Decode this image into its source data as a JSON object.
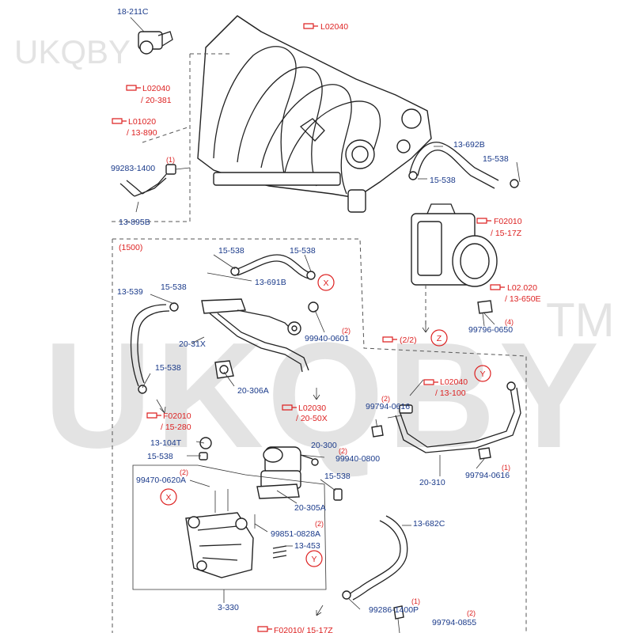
{
  "watermark": {
    "small": "UKQBY",
    "large": "UKQBY",
    "tm": "TM"
  },
  "group_label": "(1500)",
  "parts": [
    {
      "id": "p-18-211c",
      "text": "18-211C"
    },
    {
      "id": "p-99283",
      "text": "99283-1400"
    },
    {
      "id": "p-13-895b",
      "text": "13-895B"
    },
    {
      "id": "p-13-692b",
      "text": "13-692B"
    },
    {
      "id": "p-15-538-a",
      "text": "15-538"
    },
    {
      "id": "p-15-538-b",
      "text": "15-538"
    },
    {
      "id": "p-15-538-c",
      "text": "15-538"
    },
    {
      "id": "p-15-538-d",
      "text": "15-538"
    },
    {
      "id": "p-13-691b",
      "text": "13-691B"
    },
    {
      "id": "p-13-539",
      "text": "13-539"
    },
    {
      "id": "p-15-538-e",
      "text": "15-538"
    },
    {
      "id": "p-20-31x",
      "text": "20-31X"
    },
    {
      "id": "p-99940-0601",
      "text": "99940-0601"
    },
    {
      "id": "p-99796-0650",
      "text": "99796-0650"
    },
    {
      "id": "p-15-538-f",
      "text": "15-538"
    },
    {
      "id": "p-20-306a",
      "text": "20-306A"
    },
    {
      "id": "p-99794-0616-a",
      "text": "99794-0616"
    },
    {
      "id": "p-13-104t",
      "text": "13-104T"
    },
    {
      "id": "p-15-538-g",
      "text": "15-538"
    },
    {
      "id": "p-20-300",
      "text": "20-300"
    },
    {
      "id": "p-99940-0800",
      "text": "99940-0800"
    },
    {
      "id": "p-99470",
      "text": "99470-0620A"
    },
    {
      "id": "p-15-538-h",
      "text": "15-538"
    },
    {
      "id": "p-20-310",
      "text": "20-310"
    },
    {
      "id": "p-99794-0616-b",
      "text": "99794-0616"
    },
    {
      "id": "p-20-305a",
      "text": "20-305A"
    },
    {
      "id": "p-99851",
      "text": "99851-0828A"
    },
    {
      "id": "p-13-682c",
      "text": "13-682C"
    },
    {
      "id": "p-13-453",
      "text": "13-453"
    },
    {
      "id": "p-3-330",
      "text": "3-330"
    },
    {
      "id": "p-99286",
      "text": "99286-1400P"
    },
    {
      "id": "p-99794-0855",
      "text": "99794-0855"
    }
  ],
  "refs": [
    {
      "id": "r-l02040-top",
      "text": "L02040"
    },
    {
      "id": "r-l02040-left",
      "text": "L02040"
    },
    {
      "id": "r-20-381",
      "text": "/ 20-381"
    },
    {
      "id": "r-l01020",
      "text": "L01020"
    },
    {
      "id": "r-13-890",
      "text": "/ 13-890"
    },
    {
      "id": "r-f02010-a",
      "text": "F02010"
    },
    {
      "id": "r-15-17z-a",
      "text": "/ 15-17Z"
    },
    {
      "id": "r-l02020",
      "text": "L02.020"
    },
    {
      "id": "r-13-650e",
      "text": "/ 13-650E"
    },
    {
      "id": "r-22",
      "text": "(2/2)"
    },
    {
      "id": "r-l02040-right",
      "text": "L02040"
    },
    {
      "id": "r-13-100",
      "text": "/ 13-100"
    },
    {
      "id": "r-f02010-b",
      "text": "F02010"
    },
    {
      "id": "r-15-280",
      "text": "/ 15-280"
    },
    {
      "id": "r-l02030",
      "text": "L02030"
    },
    {
      "id": "r-20-50x",
      "text": "/ 20-50X"
    },
    {
      "id": "r-f02010-c",
      "text": "F02010/ 15-17Z"
    }
  ],
  "qtys": [
    {
      "id": "q-1a",
      "text": "(1)"
    },
    {
      "id": "q-4",
      "text": "(4)"
    },
    {
      "id": "q-2a",
      "text": "(2)"
    },
    {
      "id": "q-2b",
      "text": "(2)"
    },
    {
      "id": "q-2c",
      "text": "(2)"
    },
    {
      "id": "q-1b",
      "text": "(1)"
    },
    {
      "id": "q-2d",
      "text": "(2)"
    },
    {
      "id": "q-2e",
      "text": "(2)"
    },
    {
      "id": "q-1c",
      "text": "(1)"
    },
    {
      "id": "q-2f",
      "text": "(2)"
    }
  ],
  "markers": [
    {
      "id": "m-x1",
      "text": "X"
    },
    {
      "id": "m-z",
      "text": "Z"
    },
    {
      "id": "m-y1",
      "text": "Y"
    },
    {
      "id": "m-x2",
      "text": "X"
    },
    {
      "id": "m-y2",
      "text": "Y"
    }
  ]
}
